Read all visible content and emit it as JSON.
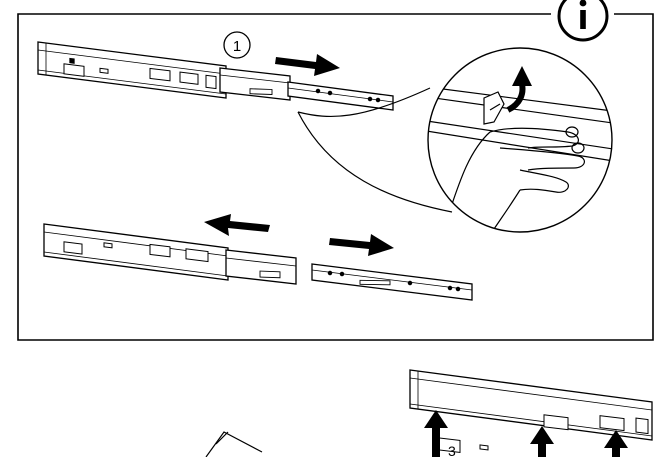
{
  "info_marker": {
    "symbol": "i",
    "icon": "info-icon"
  },
  "step_marker": {
    "symbol": "1",
    "icon": "circled-step-1-icon"
  },
  "bottom_figure": {
    "label": "3"
  },
  "colors": {
    "ink": "#000000",
    "paper": "#ffffff"
  }
}
